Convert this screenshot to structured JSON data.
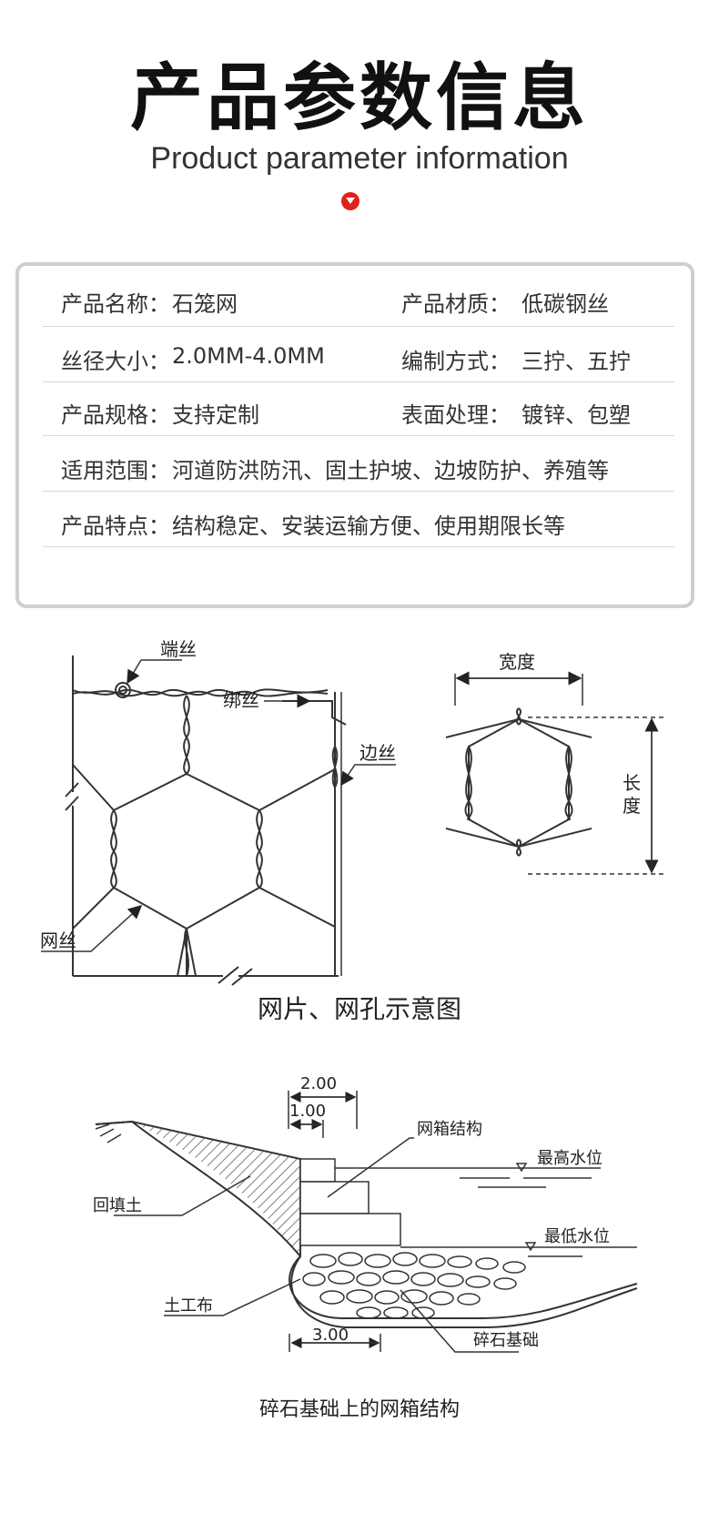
{
  "header": {
    "title_cn": "产品参数信息",
    "title_en": "Product parameter information"
  },
  "params": {
    "r1": {
      "l1": "产品名称：",
      "v1": "石笼网",
      "l2": "产品材质：",
      "v2": "低碳钢丝"
    },
    "r2": {
      "l1": "丝径大小：",
      "v1": "2.0MM-4.0MM",
      "l2": "编制方式：",
      "v2": "三拧、五拧"
    },
    "r3": {
      "l1": "产品规格：",
      "v1": "支持定制",
      "l2": "表面处理：",
      "v2": "镀锌、包塑"
    },
    "r4": {
      "l1": "适用范围：",
      "v1": "河道防洪防汛、固土护坡、边坡防护、养殖等"
    },
    "r5": {
      "l1": "产品特点：",
      "v1": "结构稳定、安装运输方便、使用期限长等"
    }
  },
  "mesh_diagram": {
    "end_wire": "端丝",
    "binding_wire": "绑丝",
    "edge_wire": "边丝",
    "mesh_wire": "网丝",
    "width": "宽度",
    "length_1": "长",
    "length_2": "度",
    "caption": "网片、网孔示意图"
  },
  "structure_diagram": {
    "dim_top": "2.00",
    "dim_mid": "1.00",
    "dim_bottom": "3.00",
    "gabion_structure": "网箱结构",
    "highest_water": "最高水位",
    "lowest_water": "最低水位",
    "backfill": "回填土",
    "geotextile": "土工布",
    "gravel_base": "碎石基础",
    "caption": "碎石基础上的网箱结构"
  }
}
